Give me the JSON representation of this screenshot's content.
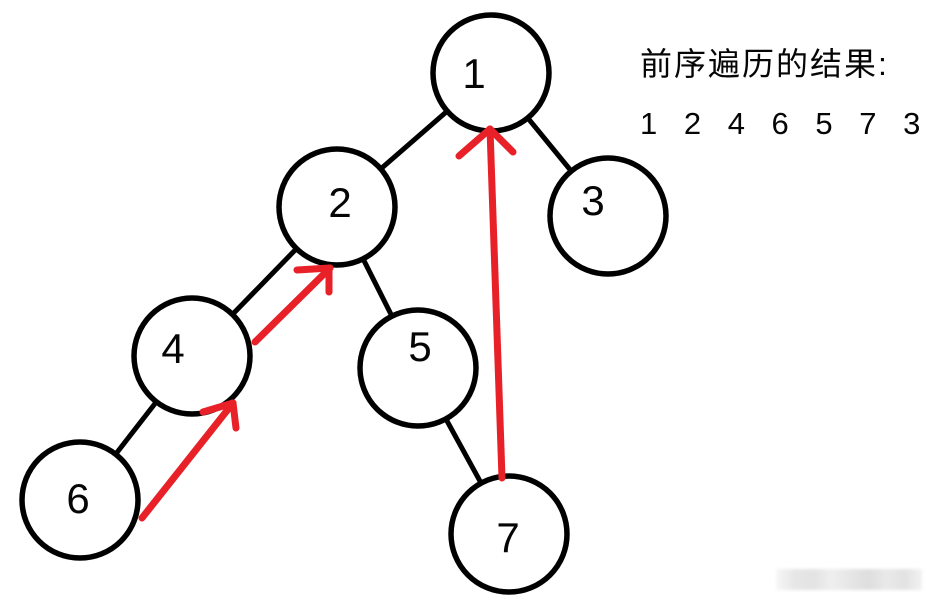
{
  "caption": {
    "title": "前序遍历的结果:",
    "result": "1 2 4 6 5 7 3"
  },
  "tree": {
    "nodes": [
      {
        "id": "1",
        "label": "1"
      },
      {
        "id": "2",
        "label": "2"
      },
      {
        "id": "3",
        "label": "3"
      },
      {
        "id": "4",
        "label": "4"
      },
      {
        "id": "5",
        "label": "5"
      },
      {
        "id": "6",
        "label": "6"
      },
      {
        "id": "7",
        "label": "7"
      }
    ],
    "edges": [
      {
        "from": "1",
        "to": "2"
      },
      {
        "from": "1",
        "to": "3"
      },
      {
        "from": "2",
        "to": "4"
      },
      {
        "from": "2",
        "to": "5"
      },
      {
        "from": "4",
        "to": "6"
      },
      {
        "from": "5",
        "to": "7"
      }
    ],
    "traversal_arrows": [
      {
        "from": "6",
        "to": "4"
      },
      {
        "from": "4",
        "to": "2"
      },
      {
        "from": "7",
        "to": "1"
      }
    ]
  },
  "colors": {
    "background": "#ffffff",
    "node_stroke": "#000000",
    "edge": "#000000",
    "arrow_red": "#e82028",
    "text": "#050505"
  }
}
